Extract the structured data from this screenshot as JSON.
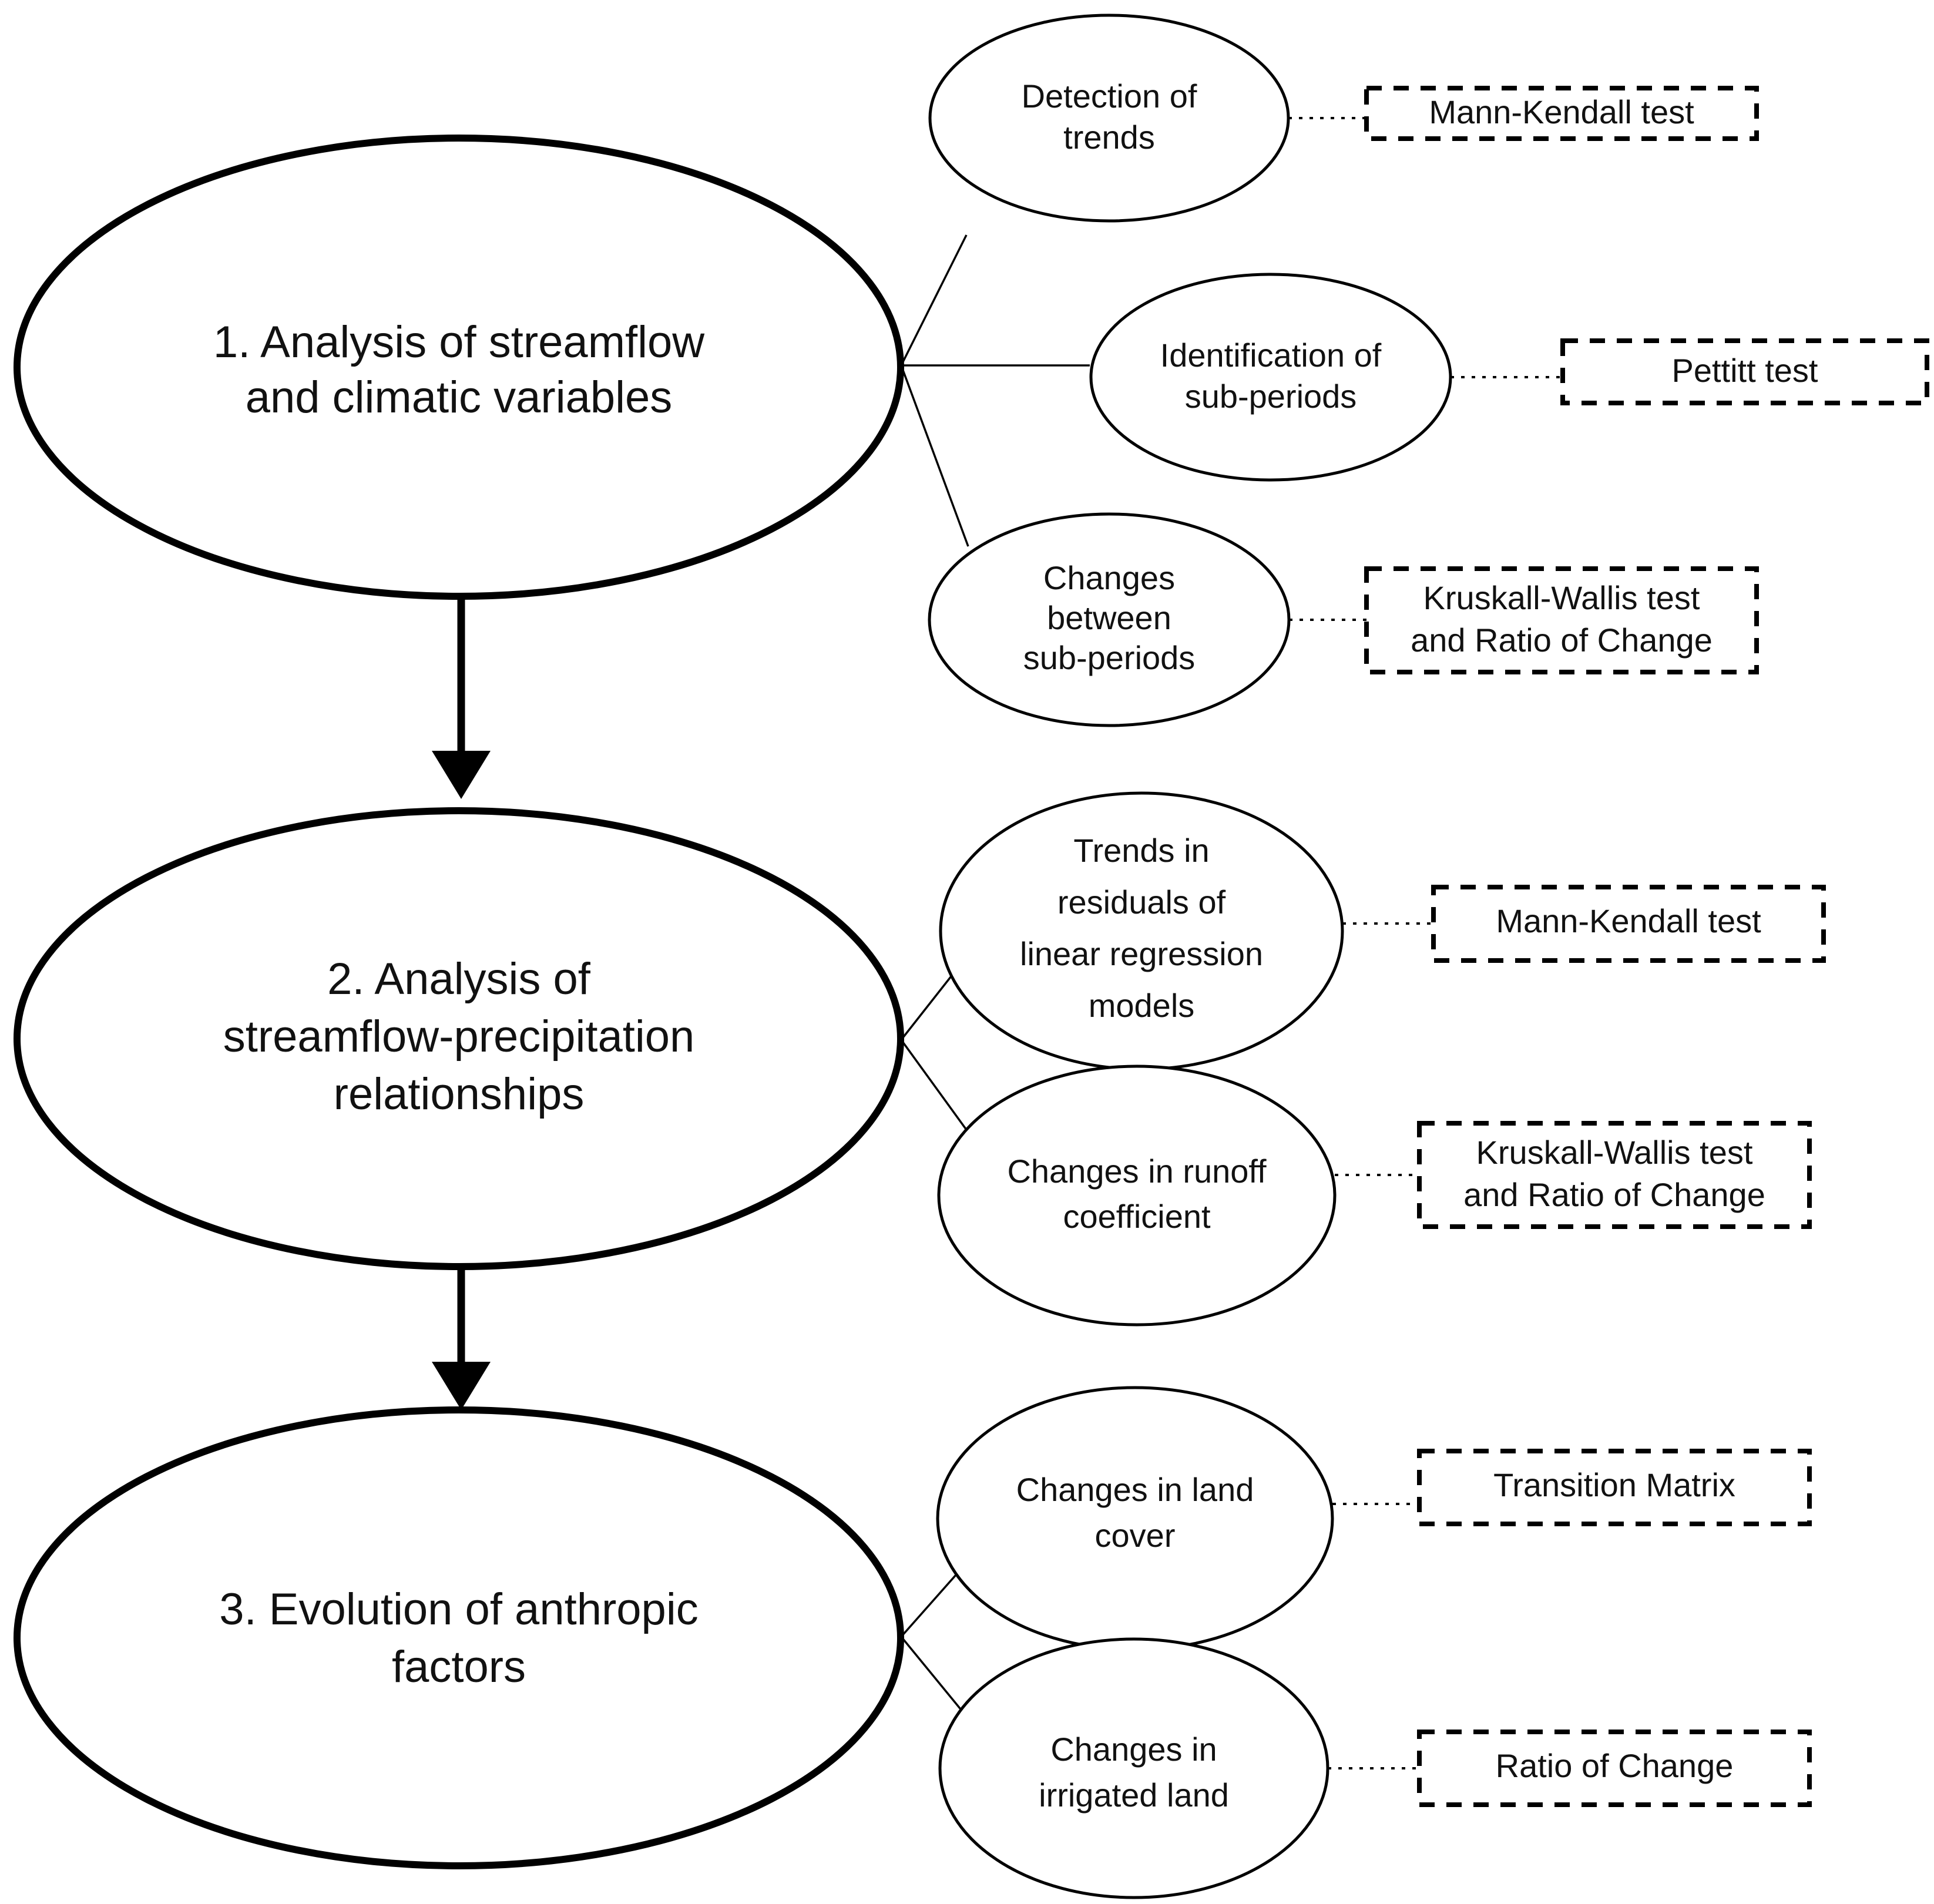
{
  "diagram": {
    "title": "Methodological framework flowchart",
    "background_color": "#ffffff",
    "line_color": "#000000",
    "stages": [
      {
        "id": "stage-1",
        "label_lines": [
          "1. Analysis of streamflow",
          "and climatic variables"
        ],
        "tasks": [
          {
            "id": "task-detection-of-trends",
            "label_lines": [
              "Detection of",
              "trends"
            ],
            "method_lines": [
              "Mann-Kendall test"
            ]
          },
          {
            "id": "task-identification-of-sub-periods",
            "label_lines": [
              "Identification of",
              "sub-periods"
            ],
            "method_lines": [
              "Pettitt test"
            ]
          },
          {
            "id": "task-changes-between-sub-periods",
            "label_lines": [
              "Changes",
              "between",
              "sub-periods"
            ],
            "method_lines": [
              "Kruskall-Wallis test",
              "and Ratio of Change"
            ]
          }
        ]
      },
      {
        "id": "stage-2",
        "label_lines": [
          "2. Analysis of",
          "streamflow-precipitation",
          "relationships"
        ],
        "tasks": [
          {
            "id": "task-trends-in-residuals",
            "label_lines": [
              "Trends in",
              "residuals of",
              "linear regression",
              "models"
            ],
            "method_lines": [
              "Mann-Kendall test"
            ]
          },
          {
            "id": "task-changes-in-runoff-coefficient",
            "label_lines": [
              "Changes in runoff",
              "coefficient"
            ],
            "method_lines": [
              "Kruskall-Wallis test",
              "and Ratio of Change"
            ]
          }
        ]
      },
      {
        "id": "stage-3",
        "label_lines": [
          "3. Evolution of anthropic",
          "factors"
        ],
        "tasks": [
          {
            "id": "task-changes-in-land-cover",
            "label_lines": [
              "Changes in land",
              "cover"
            ],
            "method_lines": [
              "Transition Matrix"
            ]
          },
          {
            "id": "task-changes-in-irrigated-land",
            "label_lines": [
              "Changes in",
              "irrigated land"
            ],
            "method_lines": [
              "Ratio of Change"
            ]
          }
        ]
      }
    ],
    "flow_arrows": [
      {
        "id": "arrow-stage1-to-stage2",
        "from": "stage-1",
        "to": "stage-2"
      },
      {
        "id": "arrow-stage2-to-stage3",
        "from": "stage-2",
        "to": "stage-3"
      }
    ]
  },
  "text": {
    "s1_l1": "1. Analysis of streamflow",
    "s1_l2": "and climatic variables",
    "s2_l1": "2. Analysis of",
    "s2_l2": "streamflow-precipitation",
    "s2_l3": "relationships",
    "s3_l1": "3. Evolution of anthropic",
    "s3_l2": "factors",
    "t1_l1": "Detection of",
    "t1_l2": "trends",
    "t2_l1": "Identification of",
    "t2_l2": "sub-periods",
    "t3_l1": "Changes",
    "t3_l2": "between",
    "t3_l3": "sub-periods",
    "t4_l1": "Trends in",
    "t4_l2": "residuals of",
    "t4_l3": "linear regression",
    "t4_l4": "models",
    "t5_l1": "Changes in runoff",
    "t5_l2": "coefficient",
    "t6_l1": "Changes in land",
    "t6_l2": "cover",
    "t7_l1": "Changes in",
    "t7_l2": "irrigated land",
    "m1_l1": "Mann-Kendall test",
    "m2_l1": "Pettitt test",
    "m3_l1": "Kruskall-Wallis test",
    "m3_l2": "and Ratio of Change",
    "m4_l1": "Mann-Kendall test",
    "m5_l1": "Kruskall-Wallis test",
    "m5_l2": "and Ratio of Change",
    "m6_l1": "Transition Matrix",
    "m7_l1": "Ratio of Change"
  }
}
